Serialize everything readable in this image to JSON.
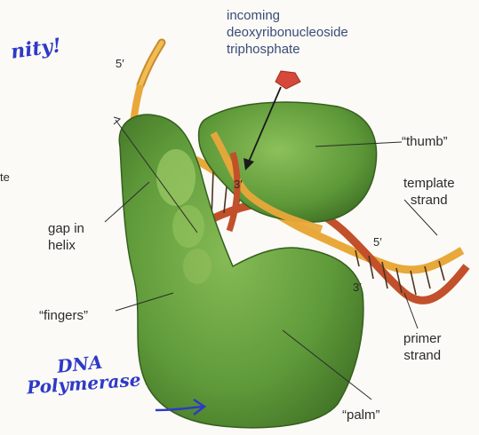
{
  "labels": {
    "incoming": [
      "incoming",
      "deoxyribonucleoside",
      "triphosphate"
    ],
    "thumb": "“thumb”",
    "template": [
      "template",
      "strand"
    ],
    "gap": [
      "gap in",
      "helix"
    ],
    "fingers": "“fingers”",
    "primer": [
      "primer",
      "strand"
    ],
    "palm": "“palm”",
    "five_prime_top": "5′",
    "five_prime_right": "5′",
    "three_prime_mid": "3′",
    "three_prime_right": "3′",
    "edge_fragment": "te"
  },
  "handwriting": {
    "top_left": "nity!",
    "enzyme": [
      "DNA",
      "Polymerase"
    ]
  },
  "colors": {
    "protein": "#5f9a3a",
    "protein_dark": "#3d6e23",
    "protein_light": "#8fc05a",
    "strand_orange": "#e9a83a",
    "strand_red": "#c2502a",
    "ink_blue": "#2e39c8",
    "text_blue": "#3a4c7a"
  }
}
